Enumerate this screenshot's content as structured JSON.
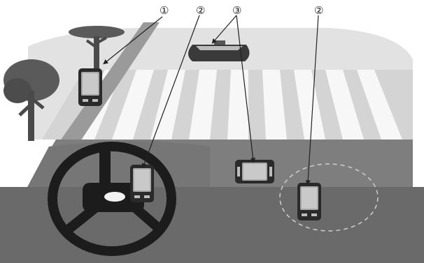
{
  "callouts": [
    {
      "id": "c1",
      "label": "①"
    },
    {
      "id": "c2a",
      "label": "②"
    },
    {
      "id": "c3",
      "label": "③"
    },
    {
      "id": "c2b",
      "label": "②"
    }
  ],
  "colors": {
    "sky": "#e2e2e2",
    "road": "#d6d6d6",
    "stripe": "#f7f7f7",
    "dashboard": "#7e7e7e",
    "floor": "#6a6a6a",
    "wheel": "#1c1c1c",
    "device_body": "#2a2a2a",
    "device_screen": "#9a9a9a"
  },
  "icons": [
    "tree-icon",
    "mirror-icon",
    "steering-wheel-icon",
    "device-icon",
    "airbag-zone-icon",
    "callout-arrow-icon"
  ]
}
